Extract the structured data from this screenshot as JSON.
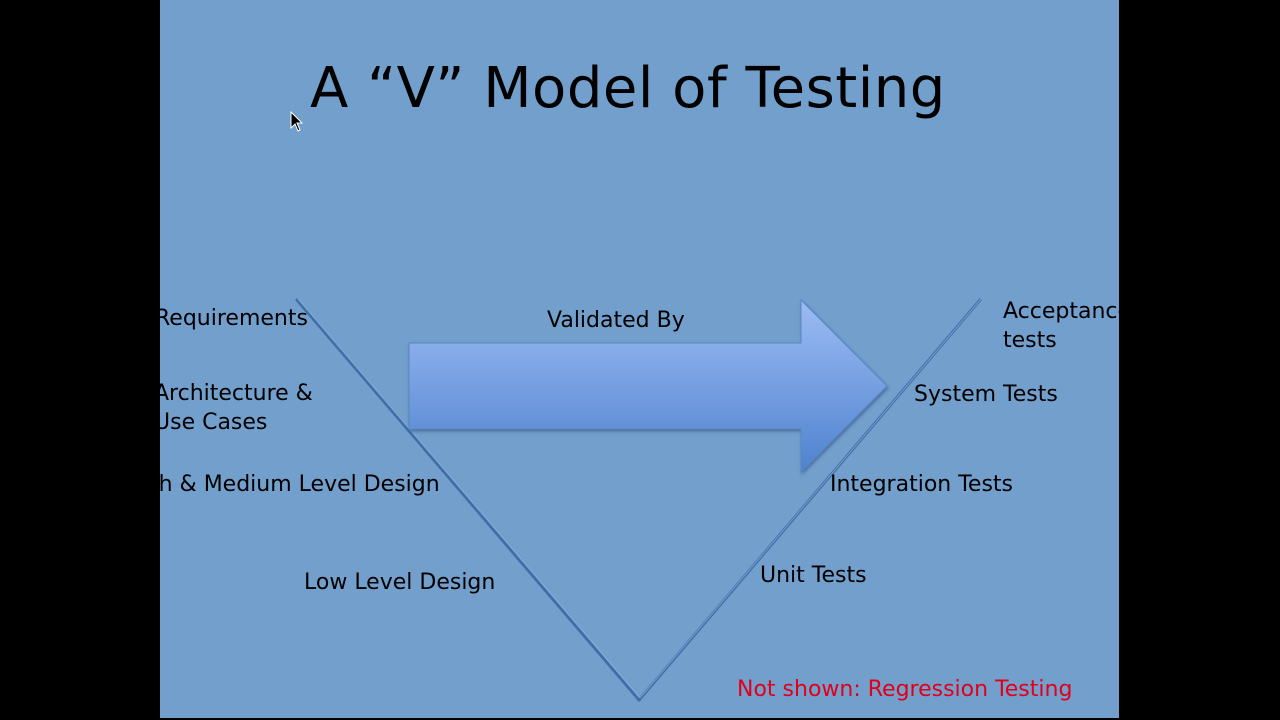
{
  "slide": {
    "title": "A “V” Model of Testing",
    "arrow_label": "Validated By",
    "note": "Not shown: Regression Testing",
    "note_color": "#e0001a",
    "background_color": "#739fcc",
    "left_labels": [
      "Requirements",
      "Architecture &\nUse Cases",
      "High & Medium Level Design",
      "Low Level Design"
    ],
    "right_labels": [
      "Acceptance\ntests",
      "System Tests",
      "Integration Tests",
      "Unit Tests"
    ]
  }
}
